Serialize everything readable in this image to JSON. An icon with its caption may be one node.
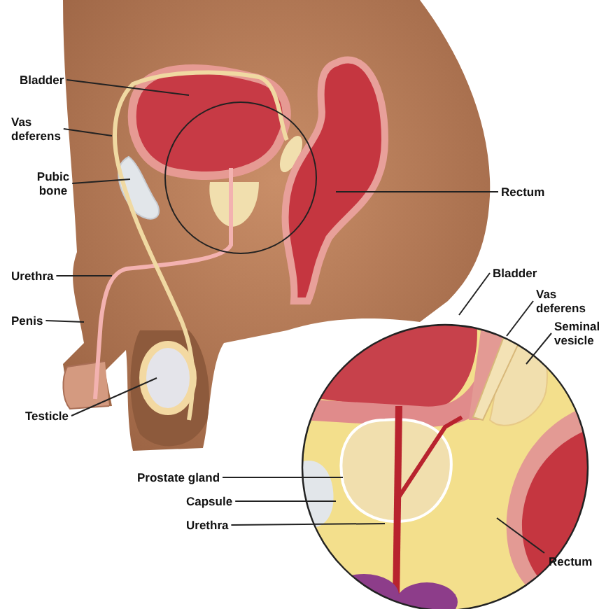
{
  "diagram": {
    "nodes": [
      {
        "text": [
          "Bladder"
        ]
      },
      {
        "text": [
          "Vas deferens"
        ]
      },
      {
        "text": [
          "Pubic bone"
        ]
      },
      {
        "text": [
          "Rectum"
        ]
      },
      {
        "text": [
          "Urethra"
        ]
      },
      {
        "text": [
          "Penis"
        ]
      },
      {
        "text": [
          "Bladder"
        ]
      },
      {
        "text": [
          "Vas deferens"
        ]
      },
      {
        "text": [
          "Seminal vesicle"
        ]
      },
      {
        "text": [
          "Testicle"
        ]
      },
      {
        "text": [
          "Prostate gland"
        ]
      },
      {
        "text": [
          "Capsule"
        ]
      },
      {
        "text": [
          "Urethra"
        ]
      },
      {
        "text": [
          "Rectum"
        ]
      }
    ],
    "edges": [
      {
        "from": 0,
        "to": null,
        "arrow": "none"
      },
      {
        "from": 1,
        "to": null,
        "arrow": "none"
      },
      {
        "from": 2,
        "to": null,
        "arrow": "none"
      },
      {
        "from": 3,
        "to": null,
        "arrow": "none"
      },
      {
        "from": 4,
        "to": null,
        "arrow": "none"
      },
      {
        "from": 5,
        "to": null,
        "arrow": "none"
      },
      {
        "from": 6,
        "to": null,
        "arrow": "none"
      },
      {
        "from": 7,
        "to": null,
        "arrow": "none"
      },
      {
        "from": 8,
        "to": null,
        "arrow": "none"
      },
      {
        "from": 9,
        "to": null,
        "arrow": "none"
      },
      {
        "from": 10,
        "to": null,
        "arrow": "none"
      },
      {
        "from": 11,
        "to": null,
        "arrow": "none"
      },
      {
        "from": 12,
        "to": null,
        "arrow": "none"
      },
      {
        "from": 13,
        "to": null,
        "arrow": "none"
      }
    ]
  }
}
